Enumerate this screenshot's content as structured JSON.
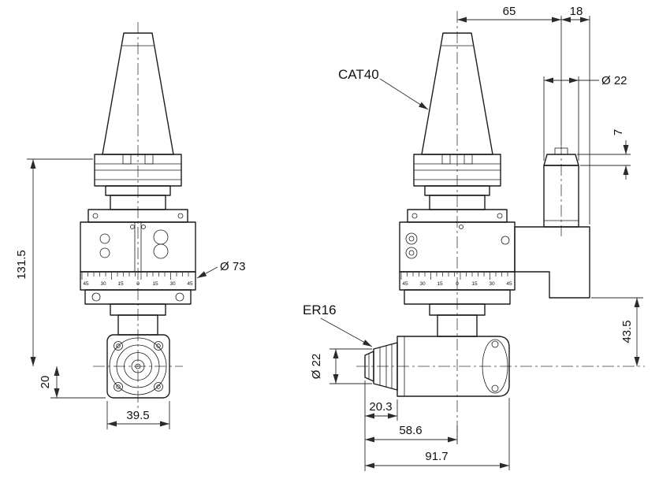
{
  "drawing": {
    "background_color": "#ffffff",
    "line_color": "#1c1c1c",
    "labels": {
      "taper": "CAT40",
      "collet": "ER16"
    },
    "front_view": {
      "dim_total_height": "131.5",
      "dim_center_to_nose": "20",
      "dim_body_diameter": "Ø 73",
      "dim_head_width": "39.5",
      "dial_numbers": [
        "45",
        "30",
        "15",
        "0",
        "15",
        "30",
        "45"
      ]
    },
    "side_view": {
      "dim_axis_to_port": "65",
      "dim_port_offset": "18",
      "dim_port_diameter": "Ø 22",
      "dim_port_step_height": "7",
      "dim_arm_to_axis": "43.5",
      "dim_collet_diameter": "Ø 22",
      "dim_nose_length": "20.3",
      "dim_nose_to_axis": "58.6",
      "dim_overall_length": "91.7",
      "dial_numbers": [
        "45",
        "30",
        "15",
        "0",
        "15",
        "30",
        "45"
      ]
    }
  }
}
